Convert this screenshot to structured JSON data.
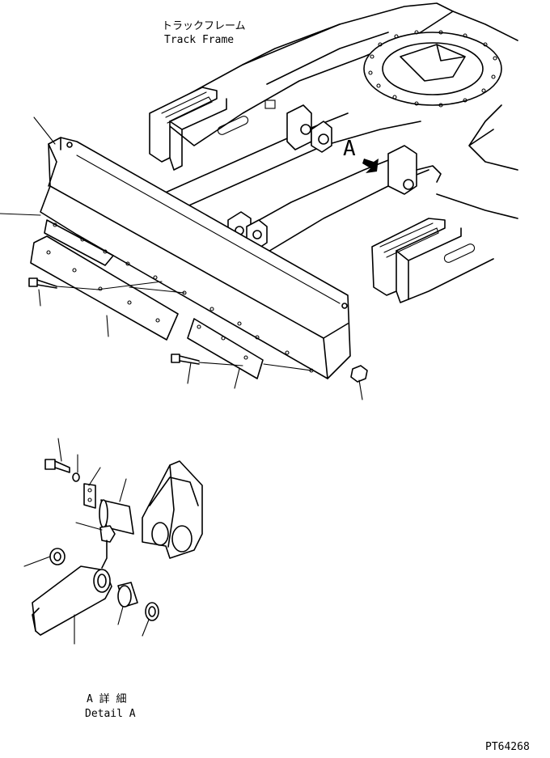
{
  "labels": {
    "track_frame_jp": "トラックフレーム",
    "track_frame_en": "Track Frame",
    "view_arrow": "A",
    "detail_jp": "A 詳 細",
    "detail_en": "Detail A",
    "drawing_code": "PT64268"
  }
}
